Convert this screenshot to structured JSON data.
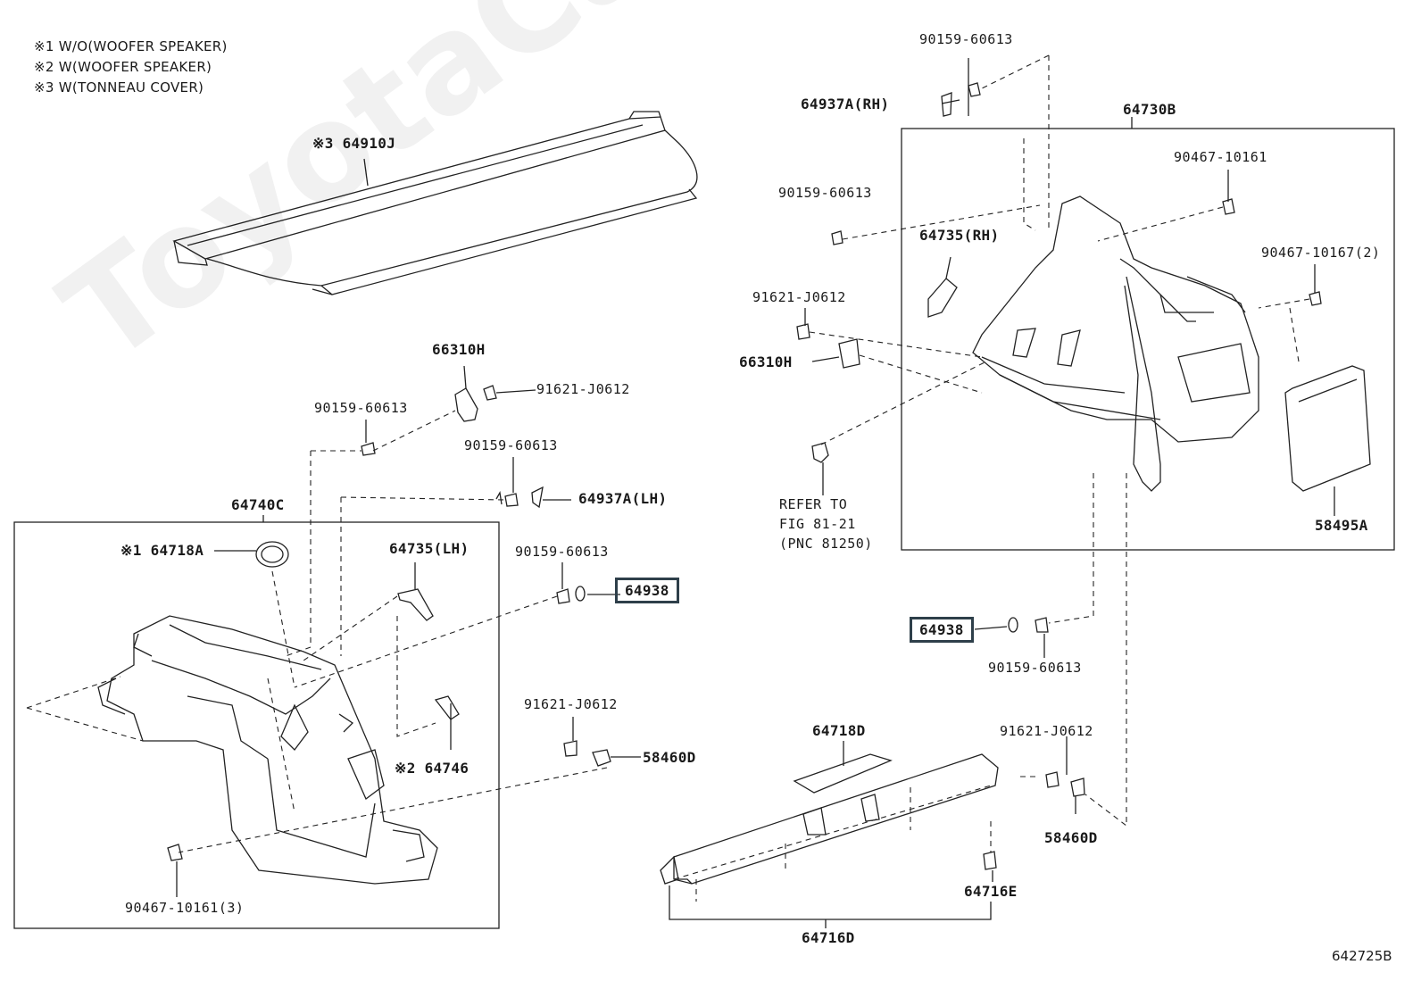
{
  "notes": [
    "※1 W/O(WOOFER SPEAKER)",
    "※2 W(WOOFER SPEAKER)",
    "※3 W(TONNEAU COVER)"
  ],
  "watermark": "ToyotaCarMps.ru",
  "figure_id": "642725B",
  "labels": {
    "p64910J": "※3 64910J",
    "p66310H_l": "66310H",
    "p91621_a": "91621-J0612",
    "p90159_a": "90159-60613",
    "p90159_b": "90159-60613",
    "p64937A_lh": "64937A(LH)",
    "p64740C": "64740C",
    "p64718A": "※1 64718A",
    "p64735_lh": "64735(LH)",
    "p90159_c": "90159-60613",
    "p64938_l": "64938",
    "p64746": "※2 64746",
    "p91621_b": "91621-J0612",
    "p58460D_l": "58460D",
    "p90467_3": "90467-10161(3)",
    "p90159_top": "90159-60613",
    "p64937A_rh": "64937A(RH)",
    "p64730B": "64730B",
    "p90467_r": "90467-10161",
    "p90159_d": "90159-60613",
    "p64735_rh": "64735(RH)",
    "p90467_2": "90467-10167(2)",
    "p91621_c": "91621-J0612",
    "p66310H_r": "66310H",
    "refer1": "REFER TO",
    "refer2": "FIG 81-21",
    "refer3": "(PNC 81250)",
    "p58495A": "58495A",
    "p64938_r": "64938",
    "p90159_e": "90159-60613",
    "p64718D": "64718D",
    "p91621_d": "91621-J0612",
    "p58460D_r": "58460D",
    "p64716E": "64716E",
    "p64716D": "64716D"
  }
}
